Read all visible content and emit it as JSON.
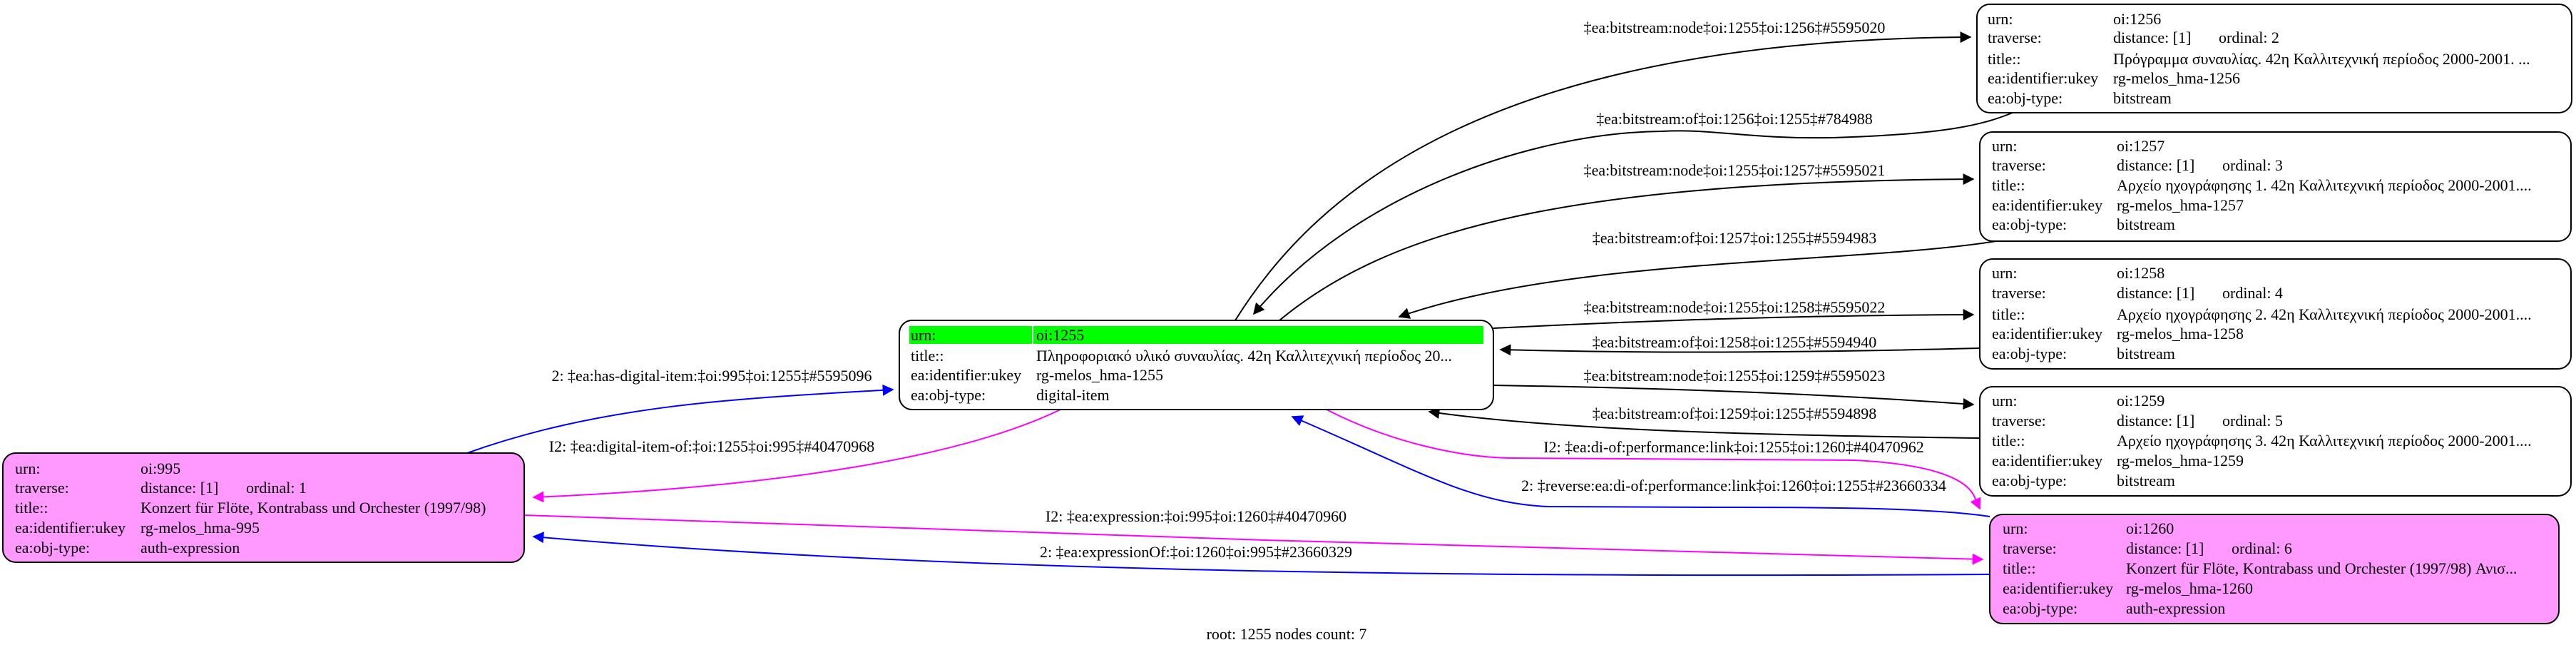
{
  "colors": {
    "black": "#000000",
    "blue": "#0000ff",
    "magenta": "#ff00ff",
    "root_highlight": "#00ff00",
    "expression_fill": "#ff99ff",
    "default_fill": "#ffffff"
  },
  "field_labels": {
    "urn": "urn:",
    "traverse": "traverse:",
    "title": "title::",
    "ukey": "ea:identifier:ukey",
    "type": "ea:obj-type:"
  },
  "nodes": [
    {
      "id": "995",
      "urn": "oi:995",
      "distance": "distance: [1]",
      "ordinal": "ordinal: 1",
      "title": "Konzert für Flöte, Kontrabass und Orchester (1997/98)",
      "ukey": "rg-melos_hma-995",
      "type": "auth-expression",
      "fill": "#ff99ff"
    },
    {
      "id": "1255",
      "urn": "oi:1255",
      "title": "Πληροφοριακό υλικό συναυλίας. 42η Καλλιτεχνική περίοδος 20...",
      "ukey": "rg-melos_hma-1255",
      "type": "digital-item",
      "fill": "#ffffff",
      "root": true
    },
    {
      "id": "1256",
      "urn": "oi:1256",
      "distance": "distance: [1]",
      "ordinal": "ordinal: 2",
      "title": "Πρόγραμμα συναυλίας. 42η Καλλιτεχνική περίοδος 2000-2001. ...",
      "ukey": "rg-melos_hma-1256",
      "type": "bitstream",
      "fill": "#ffffff"
    },
    {
      "id": "1257",
      "urn": "oi:1257",
      "distance": "distance: [1]",
      "ordinal": "ordinal: 3",
      "title": "Αρχείο ηχογράφησης 1. 42η Καλλιτεχνική περίοδος 2000-2001....",
      "ukey": "rg-melos_hma-1257",
      "type": "bitstream",
      "fill": "#ffffff"
    },
    {
      "id": "1258",
      "urn": "oi:1258",
      "distance": "distance: [1]",
      "ordinal": "ordinal: 4",
      "title": "Αρχείο ηχογράφησης 2. 42η Καλλιτεχνική περίοδος 2000-2001....",
      "ukey": "rg-melos_hma-1258",
      "type": "bitstream",
      "fill": "#ffffff"
    },
    {
      "id": "1259",
      "urn": "oi:1259",
      "distance": "distance: [1]",
      "ordinal": "ordinal: 5",
      "title": "Αρχείο ηχογράφησης 3. 42η Καλλιτεχνική περίοδος 2000-2001....",
      "ukey": "rg-melos_hma-1259",
      "type": "bitstream",
      "fill": "#ffffff"
    },
    {
      "id": "1260",
      "urn": "oi:1260",
      "distance": "distance: [1]",
      "ordinal": "ordinal: 6",
      "title": "Konzert für Flöte, Kontrabass und Orchester (1997/98) Ανισ...",
      "ukey": "rg-melos_hma-1260",
      "type": "auth-expression",
      "fill": "#ff99ff"
    }
  ],
  "edges": [
    {
      "id": "e1",
      "from": "995",
      "to": "1255",
      "color": "#0000ff",
      "label": "2: ‡ea:has-digital-item:‡oi:995‡oi:1255‡#5595096"
    },
    {
      "id": "e2",
      "from": "1255",
      "to": "995",
      "color": "#ff00ff",
      "label": "I2: ‡ea:digital-item-of:‡oi:1255‡oi:995‡#40470968"
    },
    {
      "id": "e3",
      "from": "1255",
      "to": "1256",
      "color": "#000000",
      "label": "‡ea:bitstream:node‡oi:1255‡oi:1256‡#5595020"
    },
    {
      "id": "e4",
      "from": "1256",
      "to": "1255",
      "color": "#000000",
      "label": "‡ea:bitstream:of‡oi:1256‡oi:1255‡#784988"
    },
    {
      "id": "e5",
      "from": "1255",
      "to": "1257",
      "color": "#000000",
      "label": "‡ea:bitstream:node‡oi:1255‡oi:1257‡#5595021"
    },
    {
      "id": "e6",
      "from": "1257",
      "to": "1255",
      "color": "#000000",
      "label": "‡ea:bitstream:of‡oi:1257‡oi:1255‡#5594983"
    },
    {
      "id": "e7",
      "from": "1255",
      "to": "1258",
      "color": "#000000",
      "label": "‡ea:bitstream:node‡oi:1255‡oi:1258‡#5595022"
    },
    {
      "id": "e8",
      "from": "1258",
      "to": "1255",
      "color": "#000000",
      "label": "‡ea:bitstream:of‡oi:1258‡oi:1255‡#5594940"
    },
    {
      "id": "e9",
      "from": "1255",
      "to": "1259",
      "color": "#000000",
      "label": "‡ea:bitstream:node‡oi:1255‡oi:1259‡#5595023"
    },
    {
      "id": "e10",
      "from": "1259",
      "to": "1255",
      "color": "#000000",
      "label": "‡ea:bitstream:of‡oi:1259‡oi:1255‡#5594898"
    },
    {
      "id": "e11",
      "from": "1255",
      "to": "1260",
      "color": "#ff00ff",
      "label": "I2: ‡ea:di-of:performance:link‡oi:1255‡oi:1260‡#40470962"
    },
    {
      "id": "e12",
      "from": "1260",
      "to": "1255",
      "color": "#0000ff",
      "label": "2: ‡reverse:ea:di-of:performance:link‡oi:1260‡oi:1255‡#23660334"
    },
    {
      "id": "e13",
      "from": "995",
      "to": "1260",
      "color": "#ff00ff",
      "label": "I2: ‡ea:expression:‡oi:995‡oi:1260‡#40470960"
    },
    {
      "id": "e14",
      "from": "1260",
      "to": "995",
      "color": "#0000ff",
      "label": "2: ‡ea:expressionOf:‡oi:1260‡oi:995‡#23660329"
    }
  ],
  "footer": "root: 1255 nodes count: 7"
}
